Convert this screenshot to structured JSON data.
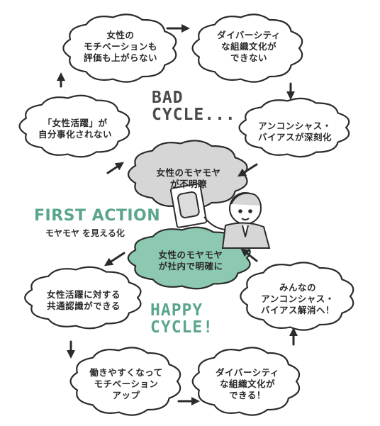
{
  "colors": {
    "outline": "#2b2b2b",
    "gray_cloud": "#d6d6d6",
    "green_cloud": "#8dc9b0",
    "accent_green": "#5aa68a",
    "bad_text": "#444444"
  },
  "bad_cycle": {
    "title": "BAD\nCYCLE...",
    "bubbles": [
      "女性の\nモチベーションも\n評価も上がらない",
      "ダイバーシティ\nな組織文化が\nできない",
      "アンコンシャス・\nバイアスが深刻化",
      "女性のモヤモヤ\nが不明瞭",
      "「女性活躍」が\n自分事化されない"
    ]
  },
  "first_action": {
    "title": "FIRST ACTION",
    "subtitle": "モヤモヤ を見える化",
    "bubble": "女性のモヤモヤ\nが社内で明確に"
  },
  "happy_cycle": {
    "title": "HAPPY\nCYCLE!",
    "bubbles": [
      "女性活躍に対する\n共通認識ができる",
      "働きやすくなって\nモチベーション\nアップ",
      "ダイバーシティ\nな組織文化が\nできる！",
      "みんなの\nアンコンシャス・\nバイアス解消へ！"
    ]
  },
  "illustration": {
    "icon": "person-holding-document-icon"
  }
}
